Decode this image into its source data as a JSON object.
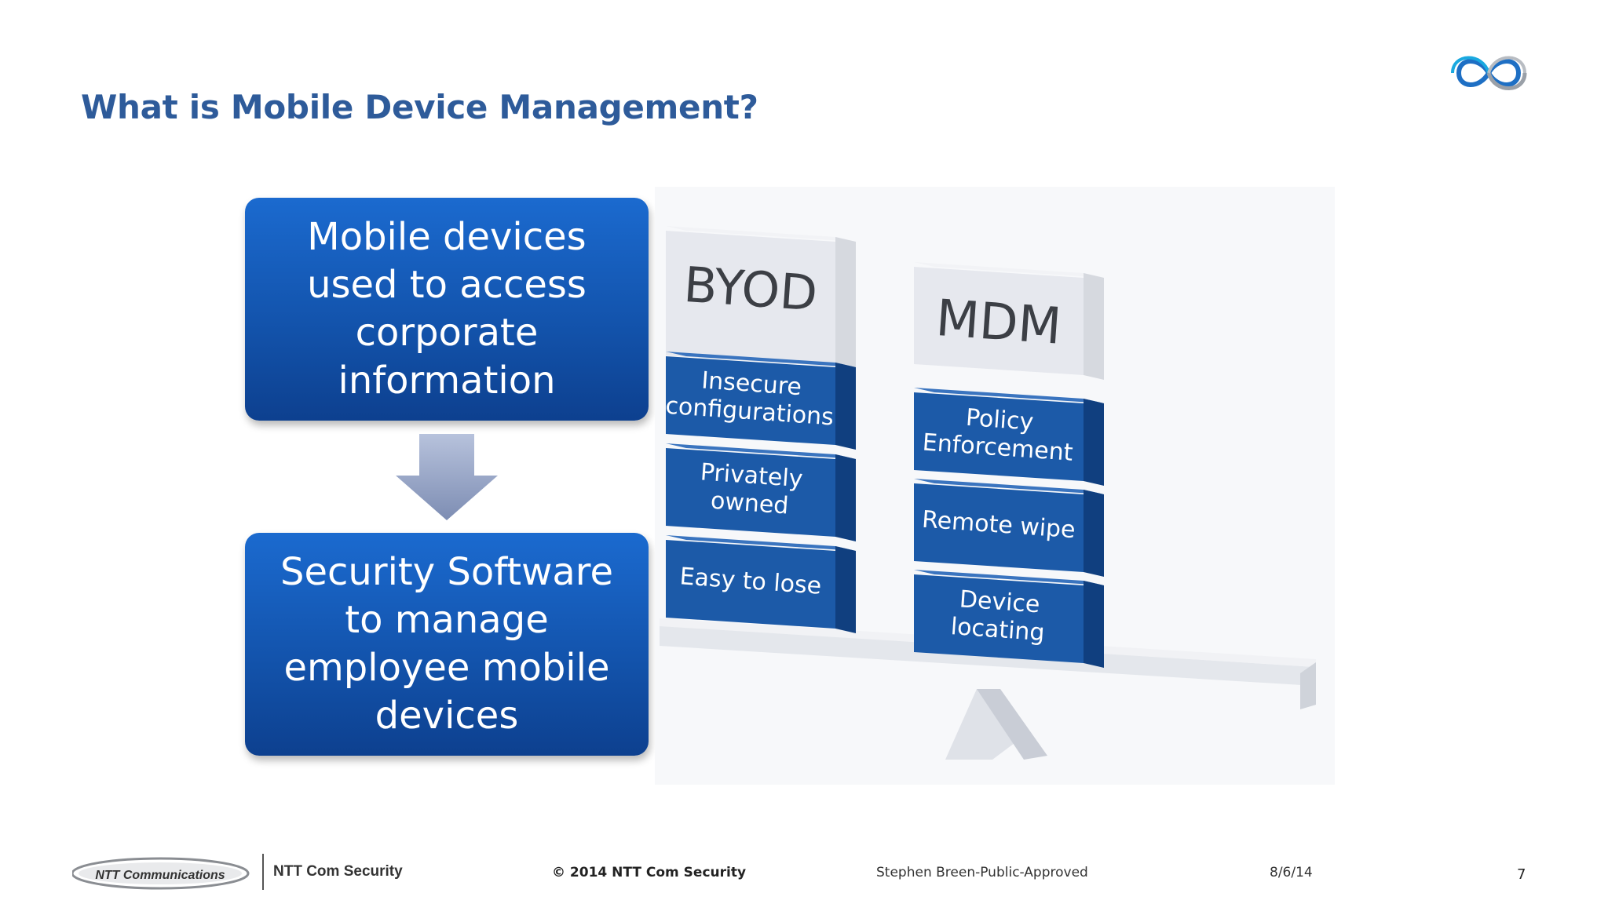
{
  "slide": {
    "title": "What is Mobile Device Management?"
  },
  "flow": {
    "top_box": "Mobile devices used to access corporate information",
    "bottom_box": "Security Software to manage employee mobile devices"
  },
  "scale": {
    "left_column": {
      "header": "BYOD",
      "items": [
        [
          "Insecure",
          "configurations"
        ],
        [
          "Privately",
          "owned"
        ],
        [
          "Easy to lose"
        ]
      ]
    },
    "right_column": {
      "header": "MDM",
      "items": [
        [
          "Policy",
          "Enforcement"
        ],
        [
          "Remote wipe"
        ],
        [
          "Device",
          "locating"
        ]
      ]
    }
  },
  "footer": {
    "ntt_logo_text": "NTT Communications",
    "brand": "NTT Com Security",
    "copyright": "© 2014 NTT Com Security",
    "author": "Stephen Breen-Public-Approved",
    "date": "8/6/14",
    "page_number": "7"
  },
  "colors": {
    "title": "#2e5b9a",
    "box_blue": "#1354ad",
    "block_blue": "#1c5aa8",
    "block_gray": "#e6e8ee"
  },
  "icons": {
    "corner_logo": "ntt-com-security-logo-icon",
    "flow_arrow": "arrow-down-icon"
  }
}
